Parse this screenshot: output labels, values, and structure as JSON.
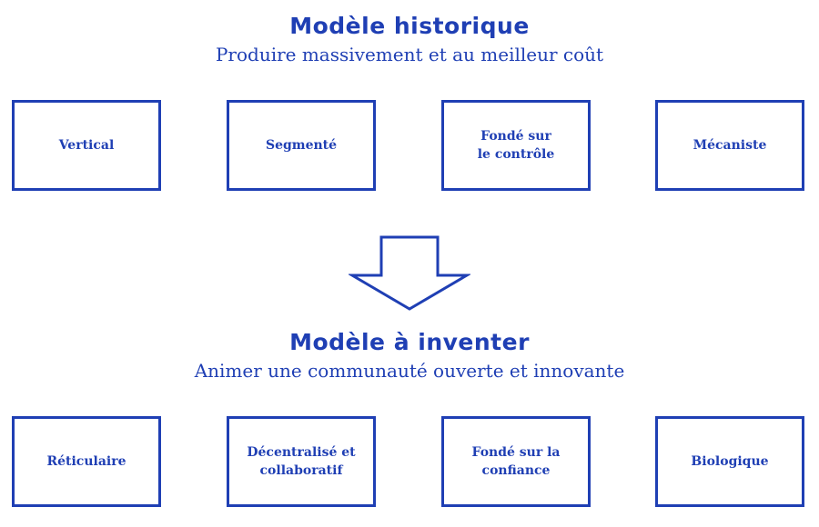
{
  "top": {
    "title": "Modèle historique",
    "subtitle": "Produire massivement et au meilleur coût",
    "boxes": [
      "Vertical",
      "Segmenté",
      "Fondé sur\nle contrôle",
      "Mécaniste"
    ]
  },
  "bottom": {
    "title": "Modèle à inventer",
    "subtitle": "Animer une communauté ouverte et innovante",
    "boxes": [
      "Réticulaire",
      "Décentralisé et\ncollaboratif",
      "Fondé sur la\nconfiance",
      "Biologique"
    ]
  },
  "colors": {
    "accent": "#1f3fb4",
    "background": "#ffffff"
  },
  "icons": {
    "arrow": "down-arrow-icon"
  }
}
